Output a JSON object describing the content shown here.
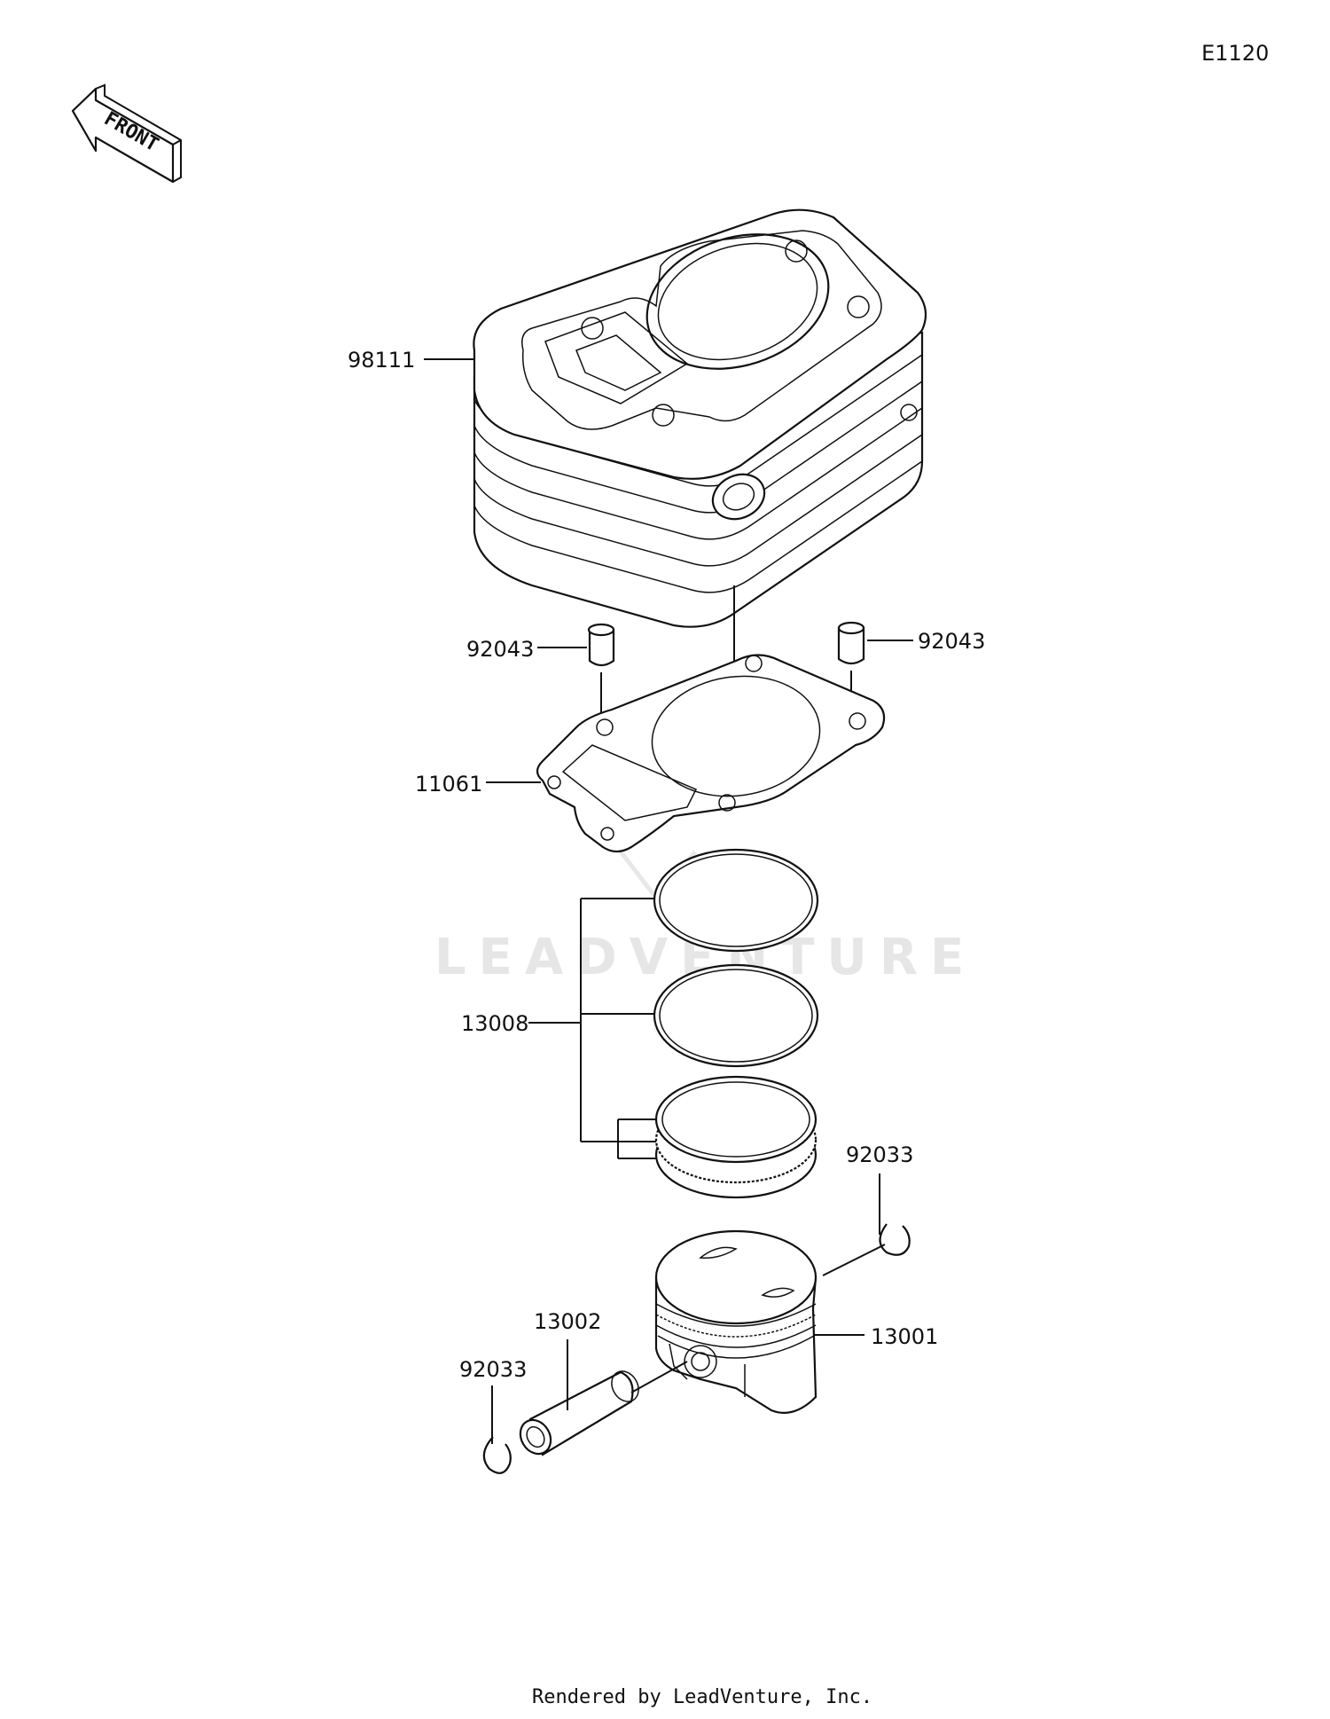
{
  "diagram_code": "E1120",
  "front_label": "FRONT",
  "watermark": "LEADVENTURE",
  "footer": "Rendered by LeadVenture, Inc.",
  "callouts": {
    "cylinder": "98111",
    "dowel_left": "92043",
    "dowel_right": "92043",
    "gasket": "11061",
    "rings": "13008",
    "clip_right": "92033",
    "piston": "13001",
    "pin": "13002",
    "clip_left": "92033"
  }
}
